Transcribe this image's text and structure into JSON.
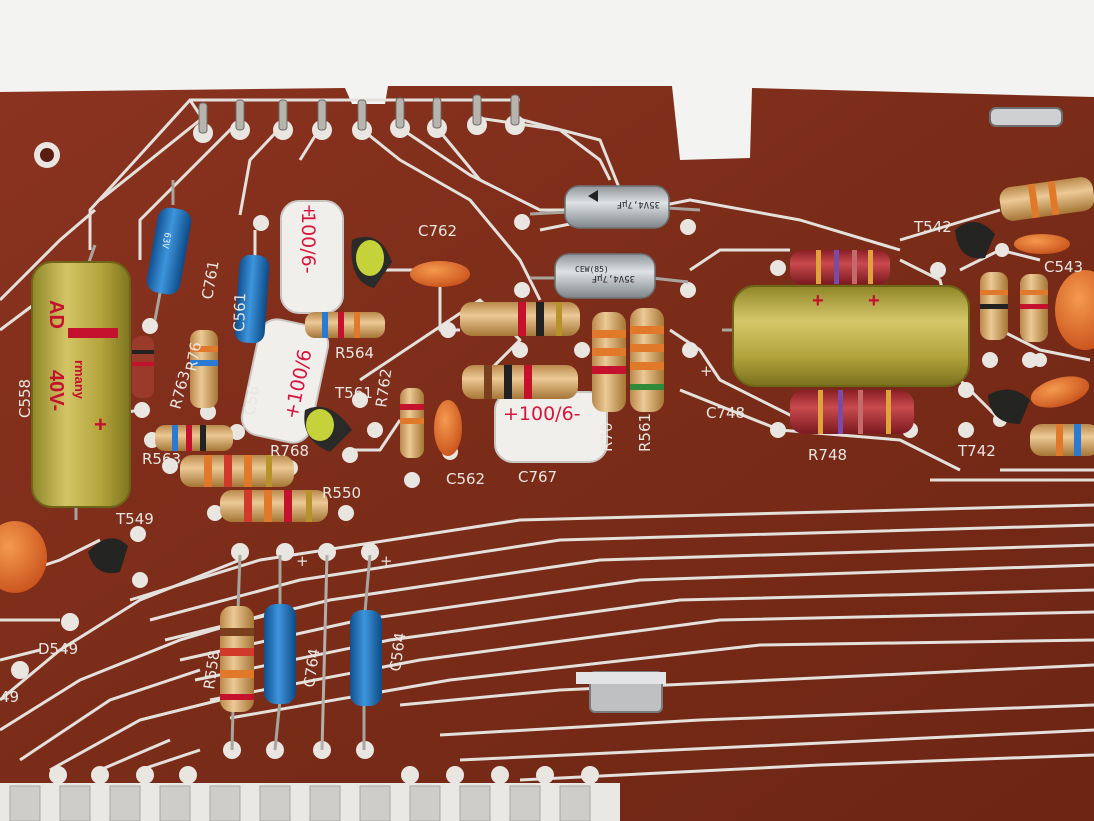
{
  "scene": {
    "description_labels": {
      "silkscreen": {
        "c762": "C762",
        "c761": "C761",
        "c561": "C561",
        "r564": "R564",
        "t561": "T561",
        "c558": "C558",
        "r763": "R763",
        "r563": "R563",
        "r768": "R768",
        "r550": "R550",
        "t549": "T549",
        "d549": "D549",
        "r558": "R558",
        "c764": "C764",
        "c564": "C564",
        "c562": "C562",
        "c767": "C767",
        "c748": "C748",
        "r748": "R748",
        "t542": "T542",
        "c543": "C543",
        "t742": "T742",
        "r561": "R561",
        "r70": "R70",
        "c563": "C56",
        "r764": "R76",
        "r762": "R762",
        "label_49": "49",
        "plus": "+"
      },
      "capacitor_prints": {
        "box_cap_a": "100/6-",
        "box_cap_b": "+100/6",
        "box_cap_c": "+100/6-",
        "tantalum_a": "35V4,7μF",
        "tantalum_b": "35V4,7μF",
        "tantalum_code": "CEW(85)",
        "blue_cap_rating": "63V",
        "elco_rating": "40V-",
        "elco_brand": "AD",
        "elco_country": "rmany"
      }
    },
    "colors": {
      "pcb": "#7a2a17",
      "silkscreen": "#e9e6e2",
      "resistor_body": "#d9b27a",
      "film_cap_blue": "#1e6fb8",
      "elco_gold": "#b8a93e",
      "ceramic_orange": "#e06a2a"
    }
  }
}
